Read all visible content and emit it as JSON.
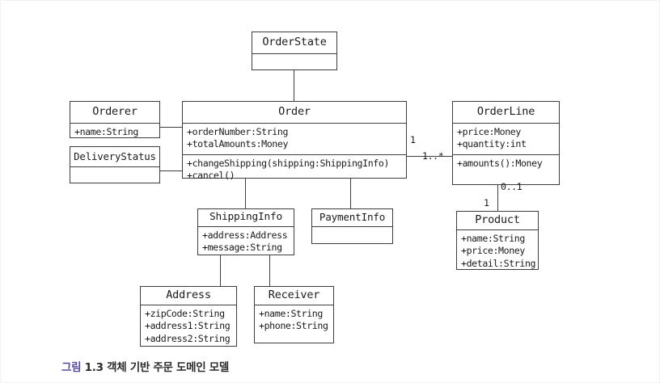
{
  "figure": {
    "caption_prefix": "그림",
    "caption_number": "1.3",
    "caption_text": "객체 기반 주문 도메인 모델",
    "caption_accent_color": "#5b4b9e",
    "diagram_type": "UML class diagram",
    "line_color": "#3d3d3d",
    "background_color": "#ffffff"
  },
  "classes": {
    "order_state": {
      "name": "OrderState",
      "attributes": [],
      "operations": []
    },
    "orderer": {
      "name": "Orderer",
      "attributes": [
        "+name:String"
      ],
      "operations": []
    },
    "delivery_status": {
      "name": "DeliveryStatus",
      "attributes": [],
      "operations": []
    },
    "order": {
      "name": "Order",
      "attributes": [
        "+orderNumber:String",
        "+totalAmounts:Money"
      ],
      "operations": [
        "+changeShipping(shipping:ShippingInfo)",
        "+cancel()"
      ]
    },
    "order_line": {
      "name": "OrderLine",
      "attributes": [
        "+price:Money",
        "+quantity:int"
      ],
      "operations": [
        "+amounts():Money"
      ]
    },
    "shipping_info": {
      "name": "ShippingInfo",
      "attributes": [
        "+address:Address",
        "+message:String"
      ],
      "operations": []
    },
    "payment_info": {
      "name": "PaymentInfo",
      "attributes": [],
      "operations": []
    },
    "product": {
      "name": "Product",
      "attributes": [
        "+name:String",
        "+price:Money",
        "+detail:String"
      ],
      "operations": []
    },
    "address": {
      "name": "Address",
      "attributes": [
        "+zipCode:String",
        "+address1:String",
        "+address2:String"
      ],
      "operations": []
    },
    "receiver": {
      "name": "Receiver",
      "attributes": [
        "+name:String",
        "+phone:String"
      ],
      "operations": []
    }
  },
  "multiplicities": {
    "order_to_orderline_source": "1",
    "order_to_orderline_target": "1..*",
    "orderline_to_product_source": "0..1",
    "orderline_to_product_target": "1"
  }
}
